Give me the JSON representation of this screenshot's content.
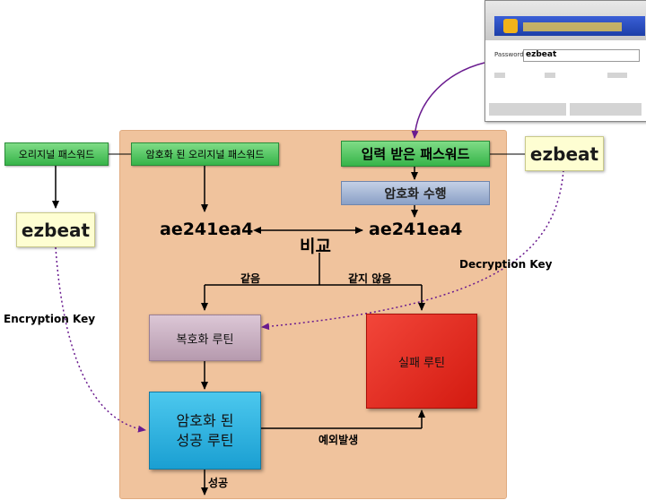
{
  "boxes": {
    "original_password": "오리지널 패스워드",
    "encrypted_original_password": "암호화 된 오리지널 패스워드",
    "input_password": "입력 받은 패스워드",
    "encrypt_action": "암호화 수행",
    "decrypt_routine": "복호화 루틴",
    "success_routine_line1": "암호화 된",
    "success_routine_line2": "성공 루틴",
    "fail_routine": "실패 루틴"
  },
  "keys": {
    "left": "ezbeat",
    "right": "ezbeat"
  },
  "hashes": {
    "stored": "ae241ea4",
    "computed": "ae241ea4"
  },
  "labels": {
    "compare": "비교",
    "equal": "같음",
    "not_equal": "같지 않음",
    "exception": "예외발생",
    "success": "성공",
    "encryption_key": "Encryption Key",
    "decryption_key": "Decryption Key"
  },
  "screenshot": {
    "password_label": "Password:",
    "password_value": "ezbeat"
  },
  "colors": {
    "panel": "#f0c39d",
    "green_box": "#4cc55a",
    "decrypt_box": "#cbb3c5",
    "success_box": "#2fb7e6",
    "fail_box": "#e8261d",
    "encrypt_bar": "#9aaecf",
    "dotted_arrow": "#6a1b8f"
  }
}
